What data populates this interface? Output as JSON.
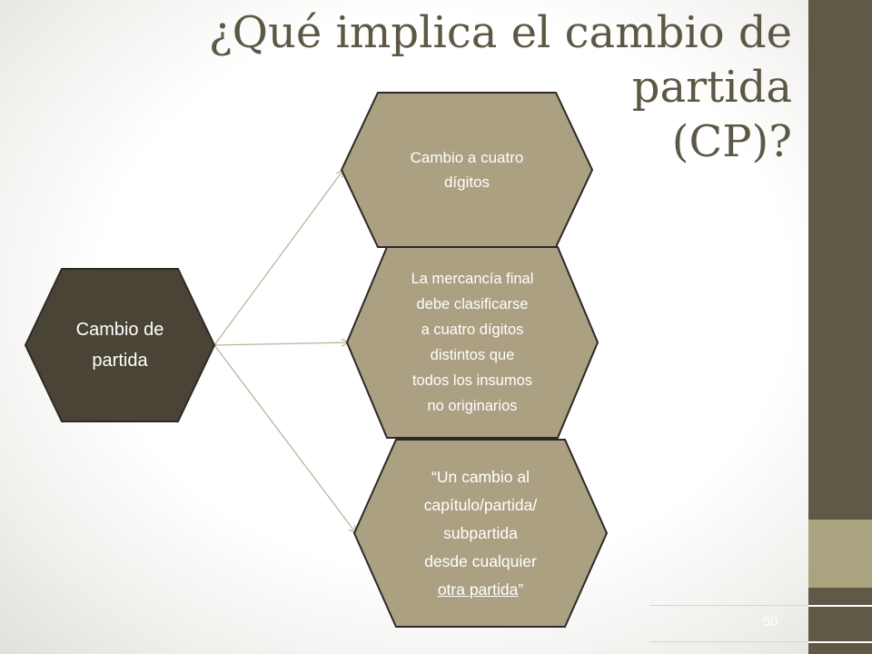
{
  "slide": {
    "title_line1": "¿Qué implica el cambio de partida",
    "title_line2": "(CP)?",
    "slide_number": "50"
  },
  "diagram": {
    "source": {
      "line1": "Cambio de",
      "line2": "partida"
    },
    "targets": [
      {
        "lines": [
          "Cambio a cuatro",
          "dígitos"
        ]
      },
      {
        "lines": [
          "La mercancía final",
          "debe clasificarse",
          "a cuatro dígitos",
          "distintos que",
          "todos los insumos",
          "no originarios"
        ]
      },
      {
        "lines": [
          "“Un cambio al",
          "capítulo/partida/",
          "subpartida",
          "desde cualquier"
        ],
        "last_underlined": "otra partida",
        "last_suffix": "”"
      }
    ]
  },
  "colors": {
    "title_text": "#5d5845",
    "source_fill": "#4a4436",
    "target_fill": "#aca083",
    "sidebar_dark": "#5f5945",
    "sidebar_light": "#a9a37f",
    "arrow": "#b7b79a"
  }
}
